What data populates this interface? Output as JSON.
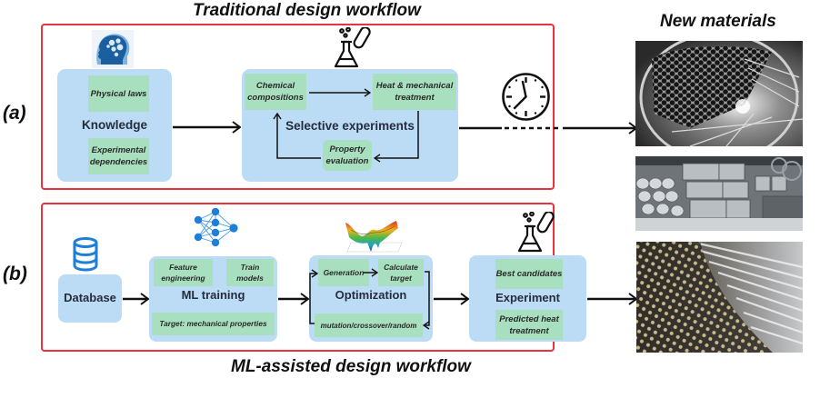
{
  "titles": {
    "traditional": "Traditional design workflow",
    "ml": "ML-assisted design workflow",
    "new_materials": "New materials"
  },
  "row_labels": {
    "a": "(a)",
    "b": "(b)"
  },
  "traditional": {
    "knowledge": {
      "title": "Knowledge",
      "items": [
        "Physical laws",
        "Experimental dependencies"
      ],
      "icon": "brain-gears-head-icon"
    },
    "selective": {
      "title": "Selective experiments",
      "items": [
        "Chemical compositions",
        "Heat & mechanical treatment",
        "Property evaluation"
      ],
      "icon": "flask-test-tube-icon"
    },
    "time_icon": "clock-icon"
  },
  "ml": {
    "database": {
      "title": "Database",
      "icon": "database-icon"
    },
    "training": {
      "title": "ML training",
      "items": [
        "Feature engineering",
        "Train models",
        "Target: mechanical properties"
      ],
      "icon": "neural-network-icon"
    },
    "optimization": {
      "title": "Optimization",
      "items": [
        "Generation",
        "Calculate target",
        "mutation/crossover/random"
      ],
      "icon": "surface-plot-icon"
    },
    "experiment": {
      "title": "Experiment",
      "items": [
        "Best candidates",
        "Predicted heat treatment"
      ],
      "icon": "flask-test-tube-icon"
    }
  },
  "materials": {
    "images": [
      "heat-exchanger-tubes-photo",
      "metal-bars-profiles-photo",
      "steel-rods-mesh-photo"
    ]
  },
  "colors": {
    "panel_border": "#e8333c",
    "box_fill": "#bcdcf6",
    "item_fill": "#a7dfbf",
    "icon_blue": "#1e7fd8"
  }
}
